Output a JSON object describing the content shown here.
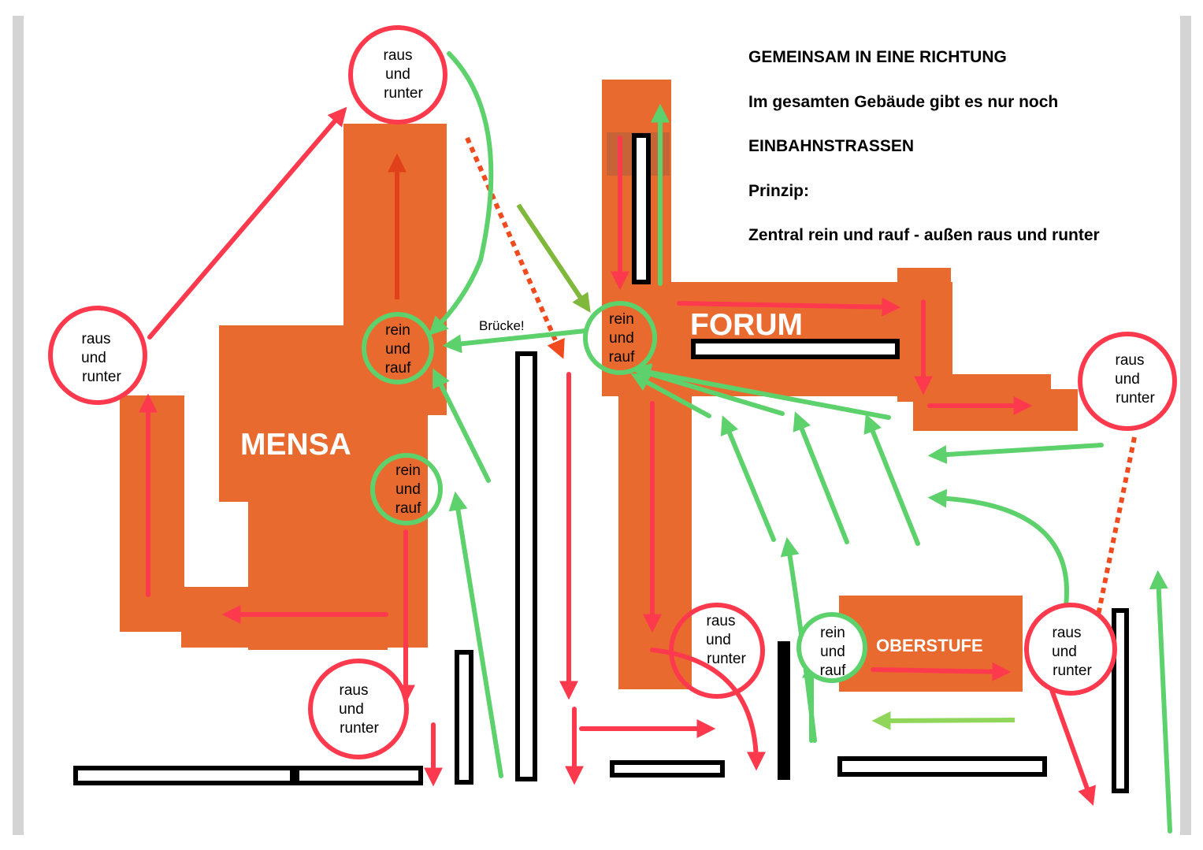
{
  "notes": {
    "title": "GEMEINSAM IN EINE RICHTUNG",
    "line1": "Im gesamten Gebäude gibt es nur noch",
    "line2": "EINBAHNSTRASSEN",
    "line3": "Prinzip:",
    "line4": "Zentral rein und rauf - außen raus und runter"
  },
  "buildings": {
    "mensa": "MENSA",
    "forum": "FORUM",
    "oberstufe": "OBERSTUFE"
  },
  "bridge_label": "Brücke!",
  "exit_label": [
    "raus",
    "und",
    "runter"
  ],
  "entry_label": [
    "rein",
    "und",
    "rauf"
  ],
  "colors": {
    "building": "#e96a2e",
    "exit_arrow": "#fd3a4d",
    "entry_arrow": "#5dd16b",
    "dotted_arrow": "#f04a1e",
    "wall": "#000000"
  }
}
